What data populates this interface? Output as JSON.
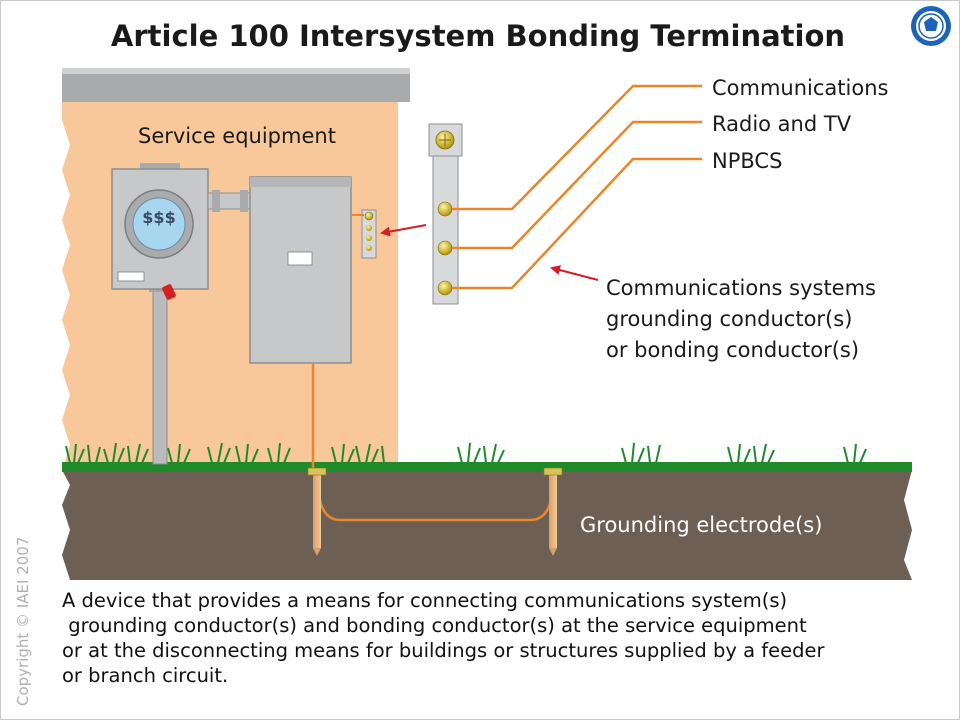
{
  "title": "Article 100 Intersystem Bonding Termination",
  "labels": {
    "service_equipment": "Service equipment",
    "meter_symbol": "$$$",
    "communications": "Communications",
    "radio_tv": "Radio and TV",
    "npbcs": "NPBCS",
    "conductor_lines": [
      "Communications systems",
      "grounding conductor(s)",
      "or bonding conductor(s)"
    ],
    "grounding_electrode": "Grounding electrode(s)"
  },
  "description": "A device that provides a means for connecting communications system(s)\n grounding conductor(s) and bonding conductor(s) at the service equipment\nor at the disconnecting means for buildings or structures supplied by a feeder\nor branch circuit.",
  "copyright": "Copyright © IAEI 2007",
  "logo_icon": "iaei-seal-icon",
  "colors": {
    "wall": "#f8c79a",
    "roof": "#a9aaab",
    "earth": "#6e5f55",
    "grass": "#1e8a2a",
    "conductor": "#e8862a",
    "arrow": "#d42020",
    "equipment": "#c6c8ca"
  }
}
